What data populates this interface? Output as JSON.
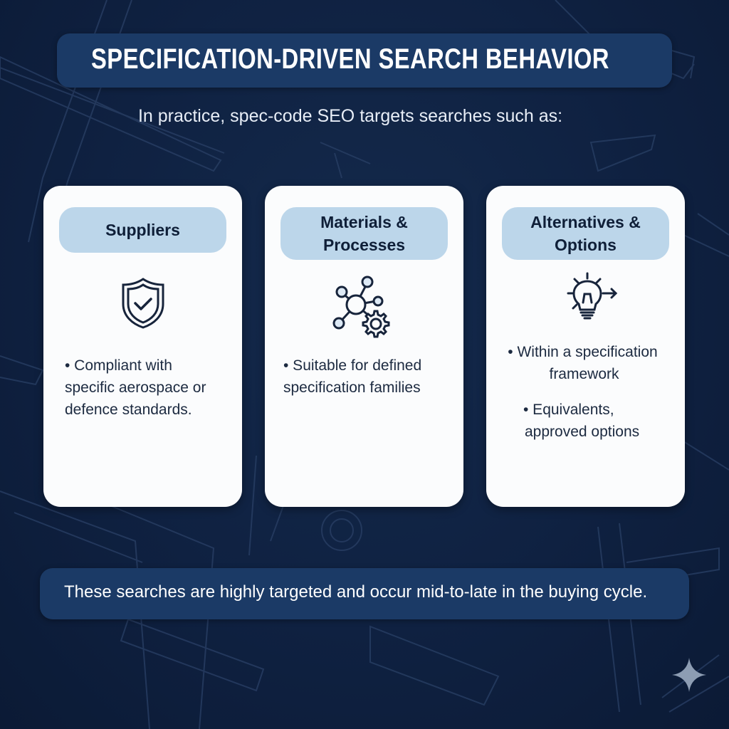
{
  "header": {
    "title": "SPECIFICATION-DRIVEN SEARCH BEHAVIOR",
    "subtitle": "In practice, spec-code SEO targets searches such as:"
  },
  "cards": [
    {
      "title_line1": "Suppliers",
      "icon": "shield-check-icon",
      "bullets": [
        {
          "line1": "• Compliant with",
          "line2": "specific aerospace or",
          "line3": "defence standards."
        }
      ]
    },
    {
      "title_line1": "Materials &",
      "title_line2": "Processes",
      "icon": "network-gear-icon",
      "bullets": [
        {
          "line1": "• Suitable for defined",
          "line2": "specification families"
        }
      ]
    },
    {
      "title_line1": "Alternatives &",
      "title_line2": "Options",
      "icon": "lightbulb-arrow-icon",
      "bullets": [
        {
          "line1": "• Within a specification",
          "line2": "framework"
        },
        {
          "line1": "• Equivalents,",
          "line2": "approved options"
        }
      ]
    }
  ],
  "footer": {
    "text": "These searches are highly targeted and occur mid-to-late in the buying cycle."
  },
  "colors": {
    "background": "#0f2141",
    "banner": "#1b3a66",
    "card": "#fbfcfd",
    "pill": "#bcd6ea",
    "text_dark": "#0f1f38"
  }
}
